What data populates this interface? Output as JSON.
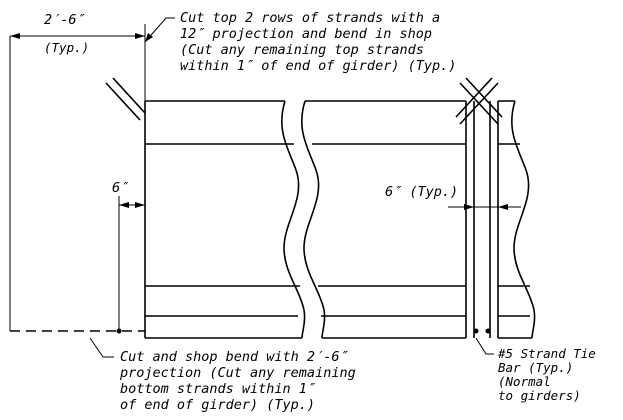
{
  "dimensions": {
    "top_projection": "2′-6″",
    "top_projection_typ": "(Typ.)",
    "left_offset": "6″",
    "right_offset": "6″ (Typ.)"
  },
  "notes": {
    "top_strands": [
      "Cut top 2 rows of strands with a",
      "12″ projection and bend in shop",
      "(Cut any remaining top strands",
      "within 1″ of end of girder) (Typ.)"
    ],
    "bottom_strands": [
      "Cut and shop bend with 2′-6″",
      "projection (Cut any remaining",
      "bottom strands within 1″",
      "of end of girder) (Typ.)"
    ],
    "tie_bar": [
      "#5 Strand Tie",
      "Bar (Typ.)",
      "(Normal",
      "to girders)"
    ]
  }
}
